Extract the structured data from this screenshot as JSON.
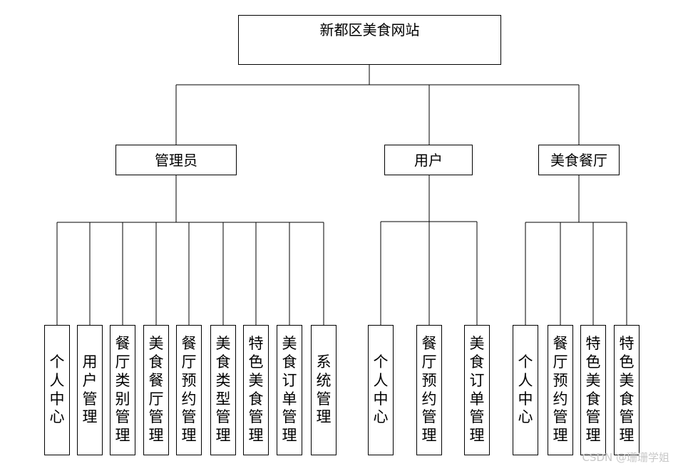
{
  "root": {
    "title": "新都区美食网站"
  },
  "roles": [
    {
      "name": "管理员",
      "functions": [
        "个人中心",
        "用户管理",
        "餐厅类别管理",
        "美食餐厅管理",
        "餐厅预约管理",
        "美食类型管理",
        "特色美食管理",
        "美食订单管理",
        "系统管理"
      ]
    },
    {
      "name": "用户",
      "functions": [
        "个人中心",
        "餐厅预约管理",
        "美食订单管理"
      ]
    },
    {
      "name": "美食餐厅",
      "functions": [
        "个人中心",
        "餐厅预约管理",
        "特色美食管理",
        "特色美食管理"
      ]
    }
  ],
  "watermark": "CSDN @珊珊学姐"
}
